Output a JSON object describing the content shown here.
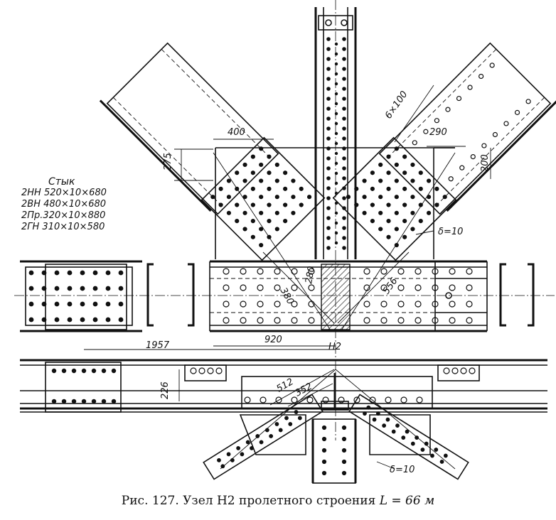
{
  "caption": {
    "prefix": "Рис. 127. Узел Н2 пролетного строения ",
    "formula": "L = 66 м"
  },
  "splice_table": {
    "title": "Стык",
    "rows": [
      "2НН 520×10×680",
      "2ВН 480×10×680",
      "2Пр.320×10×880",
      "2ГН 310×10×580"
    ]
  },
  "dimensions": {
    "d400": "400",
    "d275": "275",
    "d6x100": "6×100",
    "d290": "290",
    "d200": "200",
    "delta_top": "δ=10",
    "d380": "380",
    "d280": "280",
    "d556": "556",
    "d920": "920",
    "d1957": "1957",
    "node": "Н2",
    "d226": "226",
    "d512": "512",
    "d352": "352",
    "delta_bottom": "δ=10"
  },
  "colors": {
    "ink": "#111111",
    "paper": "#ffffff"
  }
}
